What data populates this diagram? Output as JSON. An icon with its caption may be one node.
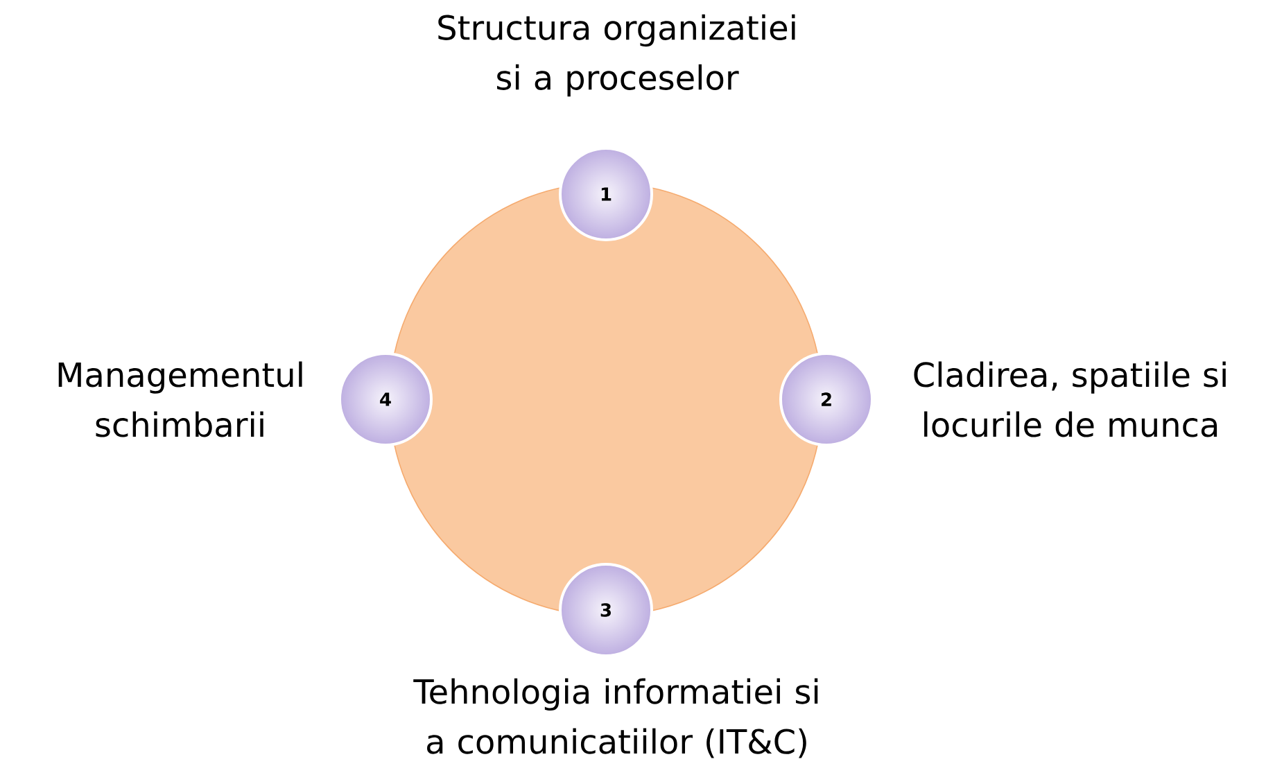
{
  "diagram": {
    "nodes": [
      {
        "text": [],
        "shape": "circle"
      },
      {
        "text": [
          "1"
        ],
        "beside": [
          "Structura organizatiei si a proceselor"
        ]
      },
      {
        "text": [
          "2"
        ],
        "beside": [
          "Cladirea, spatiile si locurile de munca"
        ]
      },
      {
        "text": [
          "3"
        ],
        "beside": [
          "Tehnologia informatiei si a comunicatiilor (IT&C)"
        ]
      },
      {
        "text": [
          "4"
        ],
        "beside": [
          "Managementul schimbarii"
        ]
      }
    ]
  }
}
